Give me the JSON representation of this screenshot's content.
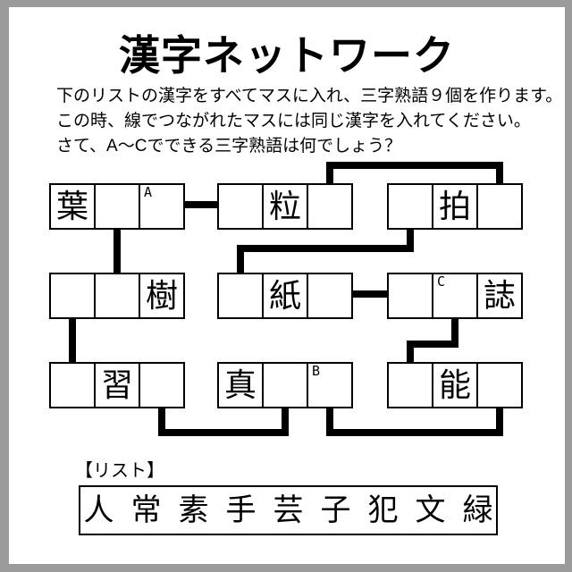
{
  "title": "漢字ネットワーク",
  "instructions": [
    "下のリストの漢字をすべてマスに入れ、三字熟語９個を作ります。",
    "この時、線でつながれたマスには同じ漢字を入れてください。",
    "さて、A〜Cでできる三字熟語は何でしょう？"
  ],
  "puzzle": {
    "boxes": [
      {
        "id": "box-1",
        "cells": [
          {
            "text": "葉"
          },
          {
            "text": ""
          },
          {
            "text": "",
            "label": "A"
          }
        ]
      },
      {
        "id": "box-2",
        "cells": [
          {
            "text": ""
          },
          {
            "text": "粒"
          },
          {
            "text": ""
          }
        ]
      },
      {
        "id": "box-3",
        "cells": [
          {
            "text": ""
          },
          {
            "text": "拍"
          },
          {
            "text": ""
          }
        ]
      },
      {
        "id": "box-4",
        "cells": [
          {
            "text": ""
          },
          {
            "text": ""
          },
          {
            "text": "樹"
          }
        ]
      },
      {
        "id": "box-5",
        "cells": [
          {
            "text": ""
          },
          {
            "text": "紙"
          },
          {
            "text": ""
          }
        ]
      },
      {
        "id": "box-6",
        "cells": [
          {
            "text": ""
          },
          {
            "text": "",
            "label": "C"
          },
          {
            "text": "誌"
          }
        ]
      },
      {
        "id": "box-7",
        "cells": [
          {
            "text": ""
          },
          {
            "text": "習"
          },
          {
            "text": ""
          }
        ]
      },
      {
        "id": "box-8",
        "cells": [
          {
            "text": "真"
          },
          {
            "text": ""
          },
          {
            "text": "",
            "label": "B"
          }
        ]
      },
      {
        "id": "box-9",
        "cells": [
          {
            "text": ""
          },
          {
            "text": "能"
          },
          {
            "text": ""
          }
        ]
      }
    ],
    "connections": [
      {
        "from": "box-1.cell-2",
        "to": "box-4.cell-2"
      },
      {
        "from": "box-1.cell-3",
        "to": "box-2.cell-1"
      },
      {
        "from": "box-2.cell-3",
        "to": "box-3.cell-3"
      },
      {
        "from": "box-3.cell-1",
        "to": "box-5.cell-1"
      },
      {
        "from": "box-4.cell-1",
        "to": "box-7.cell-1"
      },
      {
        "from": "box-5.cell-3",
        "to": "box-6.cell-1"
      },
      {
        "from": "box-6.cell-2",
        "to": "box-9.cell-1"
      },
      {
        "from": "box-7.cell-3",
        "to": "box-8.cell-2"
      },
      {
        "from": "box-8.cell-3",
        "to": "box-9.cell-3"
      }
    ]
  },
  "list": {
    "label": "【リスト】",
    "kanji": [
      "人",
      "常",
      "素",
      "手",
      "芸",
      "子",
      "犯",
      "文",
      "緑"
    ]
  },
  "colors": {
    "ink": "#000000",
    "paper": "#ffffff",
    "frame_gray": "#9b9b9b"
  }
}
